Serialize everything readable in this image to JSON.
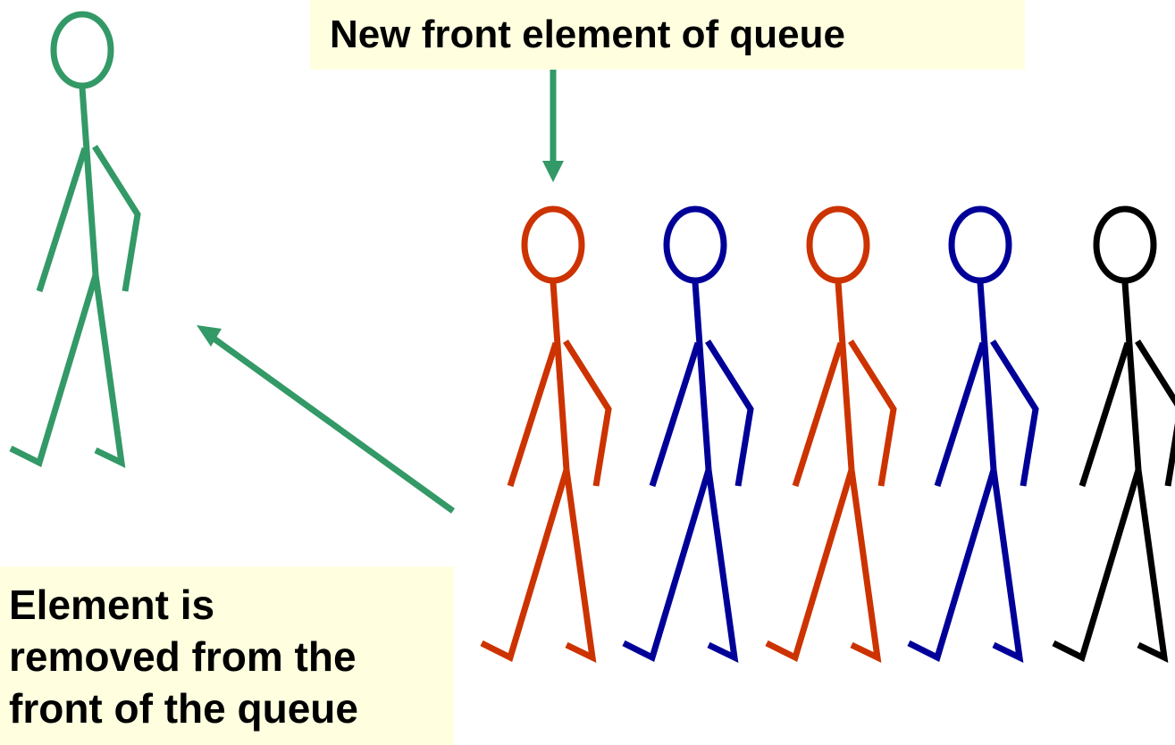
{
  "labels": {
    "new_front": "New front element of queue",
    "removed_lines": [
      "Element is",
      "removed from the",
      "front of the queue"
    ]
  },
  "figures": {
    "removed": {
      "color": "#339966"
    },
    "queue": [
      {
        "color": "#cc3300"
      },
      {
        "color": "#000099"
      },
      {
        "color": "#cc3300"
      },
      {
        "color": "#000099"
      },
      {
        "color": "#000000"
      }
    ]
  },
  "colors": {
    "arrow": "#339966",
    "label_background": "#ffffe0"
  }
}
